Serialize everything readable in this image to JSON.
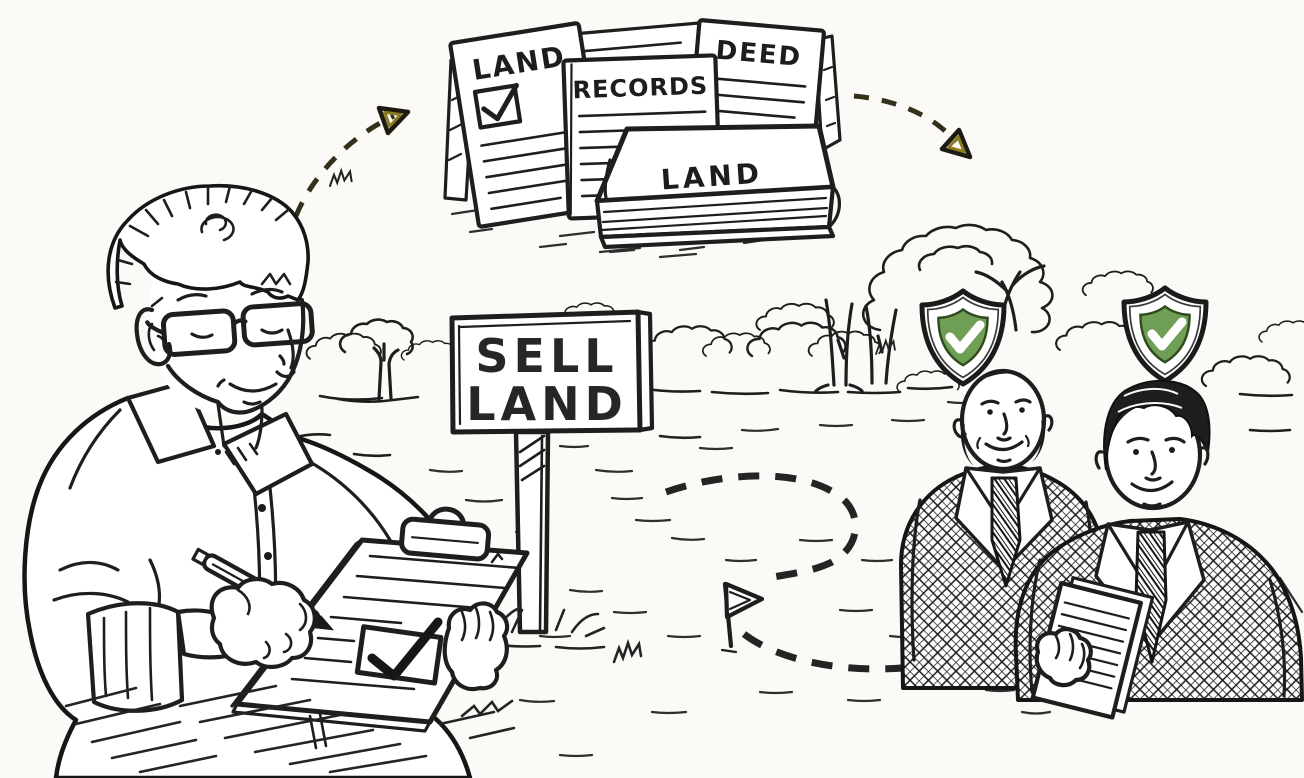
{
  "scene": {
    "style": "hand-drawn-sketch-illustration",
    "background_color": "#fbfaf6",
    "ink_color": "#1e1e1e",
    "accent_olive": "#8a7a22",
    "shield_green": "#6f9e55"
  },
  "documents_stack": {
    "sheet_land": {
      "title": "LAND",
      "checkbox": "checked",
      "icon": "checkmark-icon"
    },
    "sheet_records": {
      "title": "RECORDS"
    },
    "sheet_deed": {
      "title": "DEED"
    },
    "book": {
      "title": "LAND"
    }
  },
  "sign": {
    "line1": "SELL",
    "line2": "LAND"
  },
  "badges": {
    "left_shield": {
      "icon": "shield-check-icon",
      "fill": "#6f9e55",
      "check_color": "#ffffff"
    },
    "right_shield": {
      "icon": "shield-check-icon",
      "fill": "#6f9e55",
      "check_color": "#ffffff"
    }
  },
  "arrows": {
    "seller_to_documents": {
      "style": "dashed-curve",
      "color": "#33301c",
      "head_accent": "#8a7a22"
    },
    "documents_to_buyers": {
      "style": "dashed-curve",
      "color": "#33301c",
      "head_accent": "#8a7a22"
    },
    "sign_path_to_buyers": {
      "style": "dashed-s-curve",
      "color": "#242424",
      "tail_accent": "#8a7a22"
    }
  },
  "markers": {
    "flag": {
      "icon": "pennant-flag-icon",
      "color": "#1f1f1f"
    }
  },
  "seller": {
    "props": {
      "clipboard_check": "checkmark-icon",
      "pen": "pen-icon"
    }
  }
}
